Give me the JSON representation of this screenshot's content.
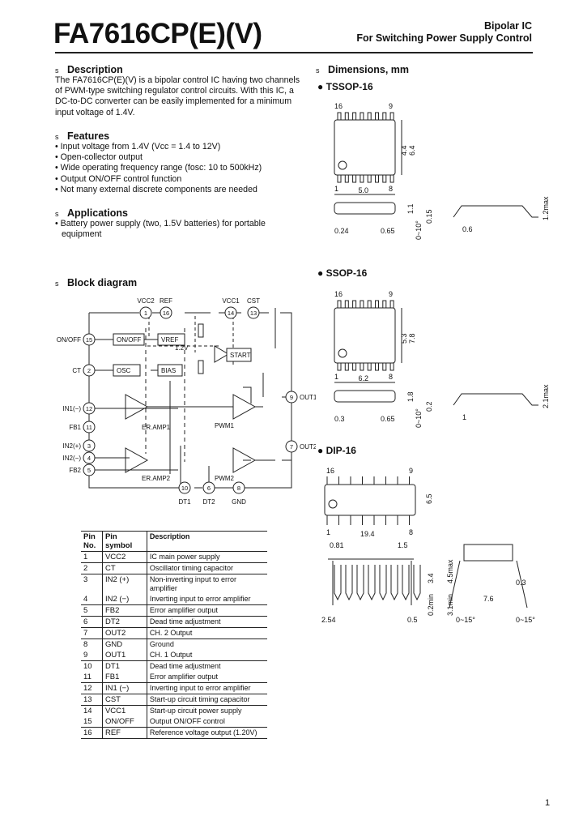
{
  "header": {
    "title": "FA7616CP(E)(V)",
    "category": "Bipolar IC",
    "subtitle": "For Switching Power Supply Control"
  },
  "section_marker": "s",
  "description": {
    "heading": "Description",
    "text": "The FA7616CP(E)(V) is a bipolar control IC having two channels of PWM-type switching regulator control circuits. With this IC, a DC-to-DC converter can be easily implemented for a minimum input voltage of 1.4V."
  },
  "features": {
    "heading": "Features",
    "items": [
      "Input voltage from 1.4V (Vcc = 1.4 to 12V)",
      "Open-collector output",
      "Wide operating frequency range (fosc: 10 to 500kHz)",
      "Output ON/OFF control function",
      "Not many external discrete components are needed"
    ]
  },
  "applications": {
    "heading": "Applications",
    "items": [
      "Battery power supply (two, 1.5V batteries) for portable equipment"
    ]
  },
  "block_diagram": {
    "heading": "Block diagram",
    "pins_top": [
      {
        "num": "1",
        "label": "VCC2"
      },
      {
        "num": "16",
        "label": "REF"
      },
      {
        "num": "14",
        "label": "VCC1"
      },
      {
        "num": "13",
        "label": "CST"
      }
    ],
    "pins_left": [
      {
        "num": "15",
        "label": "ON/OFF"
      },
      {
        "num": "2",
        "label": "CT"
      },
      {
        "num": "12",
        "label": "IN1(−)"
      },
      {
        "num": "11",
        "label": "FB1"
      },
      {
        "num": "3",
        "label": "IN2(+)"
      },
      {
        "num": "4",
        "label": "IN2(−)"
      },
      {
        "num": "5",
        "label": "FB2"
      }
    ],
    "pins_right": [
      {
        "num": "9",
        "label": "OUT1"
      },
      {
        "num": "7",
        "label": "OUT2"
      }
    ],
    "pins_bottom": [
      {
        "num": "10",
        "label": "DT1"
      },
      {
        "num": "6",
        "label": "DT2"
      },
      {
        "num": "8",
        "label": "GND"
      }
    ],
    "blocks": {
      "onoff": "ON/OFF",
      "vref": "VREF",
      "osc": "OSC",
      "bias": "BIAS",
      "start": "START",
      "vref_value": "1.2V",
      "eramp1": "ER.AMP1",
      "eramp2": "ER.AMP2",
      "pwm1": "PWM1",
      "pwm2": "PWM2"
    }
  },
  "pin_table": {
    "headers": [
      "Pin No.",
      "Pin symbol",
      "Description"
    ],
    "rows": [
      [
        "1",
        "VCC2",
        "IC main power supply"
      ],
      [
        "2",
        "CT",
        "Oscillator timing capacitor"
      ],
      [
        "3",
        "IN2 (+)",
        "Non-inverting input to error amplifier"
      ],
      [
        "4",
        "IN2 (−)",
        "Inverting input to error amplifier"
      ],
      [
        "5",
        "FB2",
        "Error amplifier output"
      ],
      [
        "6",
        "DT2",
        "Dead time adjustment"
      ],
      [
        "7",
        "OUT2",
        "CH. 2 Output"
      ],
      [
        "8",
        "GND",
        "Ground"
      ],
      [
        "9",
        "OUT1",
        "CH. 1 Output"
      ],
      [
        "10",
        "DT1",
        "Dead time adjustment"
      ],
      [
        "11",
        "FB1",
        "Error amplifier output"
      ],
      [
        "12",
        "IN1 (−)",
        "Inverting input to error amplifier"
      ],
      [
        "13",
        "CST",
        "Start-up circuit timing capacitor"
      ],
      [
        "14",
        "VCC1",
        "Start-up circuit power supply"
      ],
      [
        "15",
        "ON/OFF",
        "Output ON/OFF control"
      ],
      [
        "16",
        "REF",
        "Reference voltage output (1.20V)"
      ]
    ],
    "separators_before": [
      1,
      2,
      4,
      5,
      6,
      7,
      9,
      11,
      12,
      13,
      15
    ]
  },
  "dimensions": {
    "heading": "Dimensions, mm",
    "tssop": {
      "name": "TSSOP-16",
      "labels": {
        "p16": "16",
        "p9": "9",
        "p1": "1",
        "p8": "8",
        "w": "4.4",
        "h": "6.4",
        "len": "5.0",
        "t": "1.1",
        "lead": "0.15",
        "ang": "0~10°",
        "foot": "0.6",
        "max": "1.2max",
        "pw": "0.24",
        "pitch": "0.65"
      }
    },
    "ssop": {
      "name": "SSOP-16",
      "labels": {
        "p16": "16",
        "p9": "9",
        "p1": "1",
        "p8": "8",
        "w": "5.3",
        "h": "7.8",
        "len": "6.2",
        "t": "1.8",
        "lead": "0.2",
        "ang": "0~10°",
        "foot": "1",
        "max": "2.1max",
        "pw": "0.3",
        "pitch": "0.65"
      }
    },
    "dip": {
      "name": "DIP-16",
      "labels": {
        "p16": "16",
        "p9": "9",
        "p1": "1",
        "p8": "8",
        "w": "6.5",
        "len": "19.4",
        "a": "0.81",
        "b": "1.5",
        "h1": "3.4",
        "h2": "0.2min",
        "h3": "3.1min",
        "h4": "4.5max",
        "pitch": "2.54",
        "pw": "0.5",
        "span": "7.6",
        "lt": "0.3",
        "ang1": "0~15°",
        "ang2": "0~15°"
      }
    }
  },
  "page_number": "1"
}
